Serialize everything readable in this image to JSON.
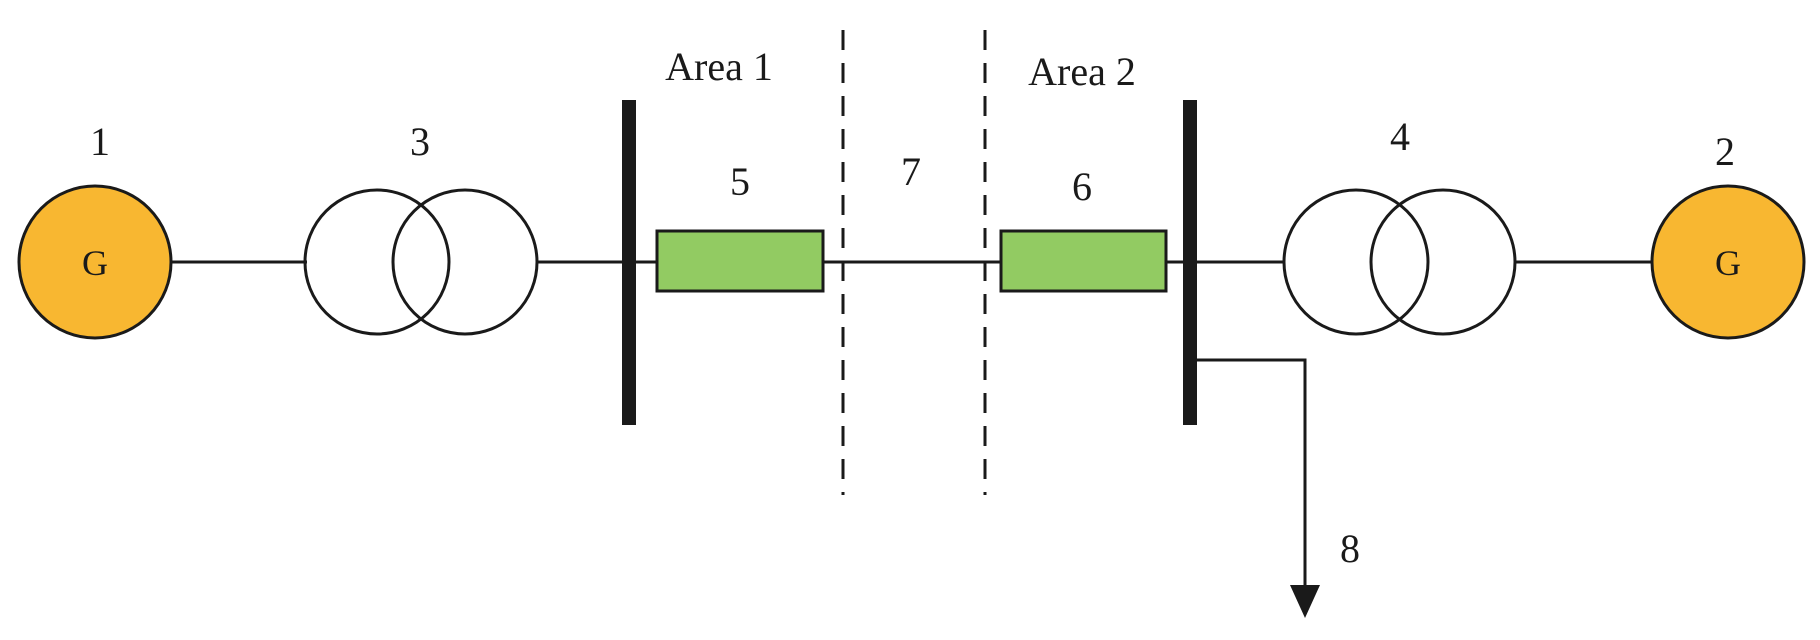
{
  "colors": {
    "generator_fill": "#F8B731",
    "line_fill": "#92CB62",
    "stroke": "#1a1a1a"
  },
  "areas": {
    "area1": "Area 1",
    "area2": "Area 2"
  },
  "generators": [
    {
      "number": "1",
      "symbol": "G"
    },
    {
      "number": "2",
      "symbol": "G"
    }
  ],
  "transformers": [
    {
      "number": "3"
    },
    {
      "number": "4"
    }
  ],
  "lines": [
    {
      "number": "5"
    },
    {
      "number": "6"
    }
  ],
  "tie_line": {
    "number": "7"
  },
  "load": {
    "number": "8"
  }
}
